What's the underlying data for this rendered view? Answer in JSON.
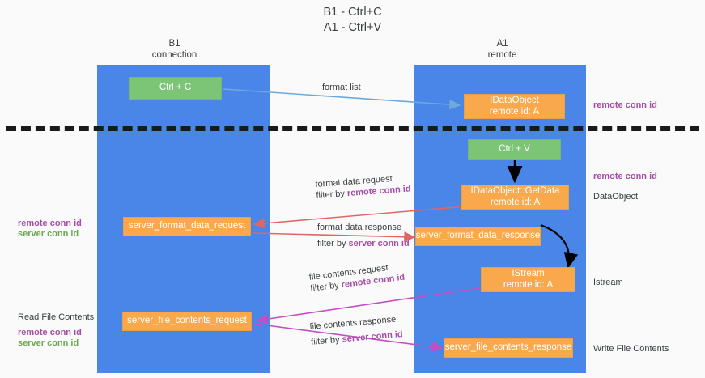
{
  "diagram": {
    "title_line1": "B1 - Ctrl+C",
    "title_line2": "A1 - Ctrl+V",
    "columns": [
      {
        "name": "B1",
        "role": "connection"
      },
      {
        "name": "A1",
        "role": "remote"
      }
    ],
    "colors": {
      "lane": "#4a86e8",
      "box_green": "#7cc576",
      "box_orange": "#f9a94c",
      "accent_purple": "#a64ca6",
      "accent_green": "#6aa84f",
      "arrow_blue": "#6fa8dc",
      "arrow_red": "#e06666",
      "arrow_magenta": "#c24ec2",
      "arrow_black": "#000000",
      "divider": "#1a1a1a",
      "background": "#fafafa"
    },
    "nodes": {
      "ctrl_c": "Ctrl + C",
      "ctrl_v": "Ctrl + V",
      "idataobject_l1": "IDataObject",
      "idataobject_l2": "remote id: A",
      "getdata_l1": "IDataObject::GetData",
      "getdata_l2": "remote id: A",
      "istream_l1": "IStream",
      "istream_l2": "remote id: A",
      "server_format_data_request": "server_format_data_request",
      "server_format_data_response": "server_format_data_response",
      "server_file_contents_request": "server_file_contents_request",
      "server_file_contents_response": "server_file_contents_response"
    },
    "edge_labels": {
      "format_list": "format list",
      "format_data_request": "format data request",
      "format_data_request_filter_prefix": "filter by ",
      "format_data_request_filter_key": "remote conn id",
      "format_data_response": "format data response",
      "format_data_response_filter_prefix": "filter by ",
      "format_data_response_filter_key": "server conn id",
      "file_contents_request": "file contents request",
      "file_contents_request_filter_prefix": "filter by ",
      "file_contents_request_filter_key": "remote conn id",
      "file_contents_response": "file contents response",
      "file_contents_response_filter_prefix": "filter by ",
      "file_contents_response_filter_key": "server conn id"
    },
    "right_annotations": {
      "remote_conn_id_top": "remote conn id",
      "remote_conn_id_mid": "remote conn id",
      "dataobject": "DataObject",
      "istream": "Istream",
      "write_file_contents": "Write File Contents"
    },
    "left_annotations": {
      "remote_conn_id": "remote conn id",
      "server_conn_id": "server conn id",
      "read_file_contents": "Read File Contents",
      "remote_conn_id_2": "remote conn id",
      "server_conn_id_2": "server conn id"
    }
  }
}
